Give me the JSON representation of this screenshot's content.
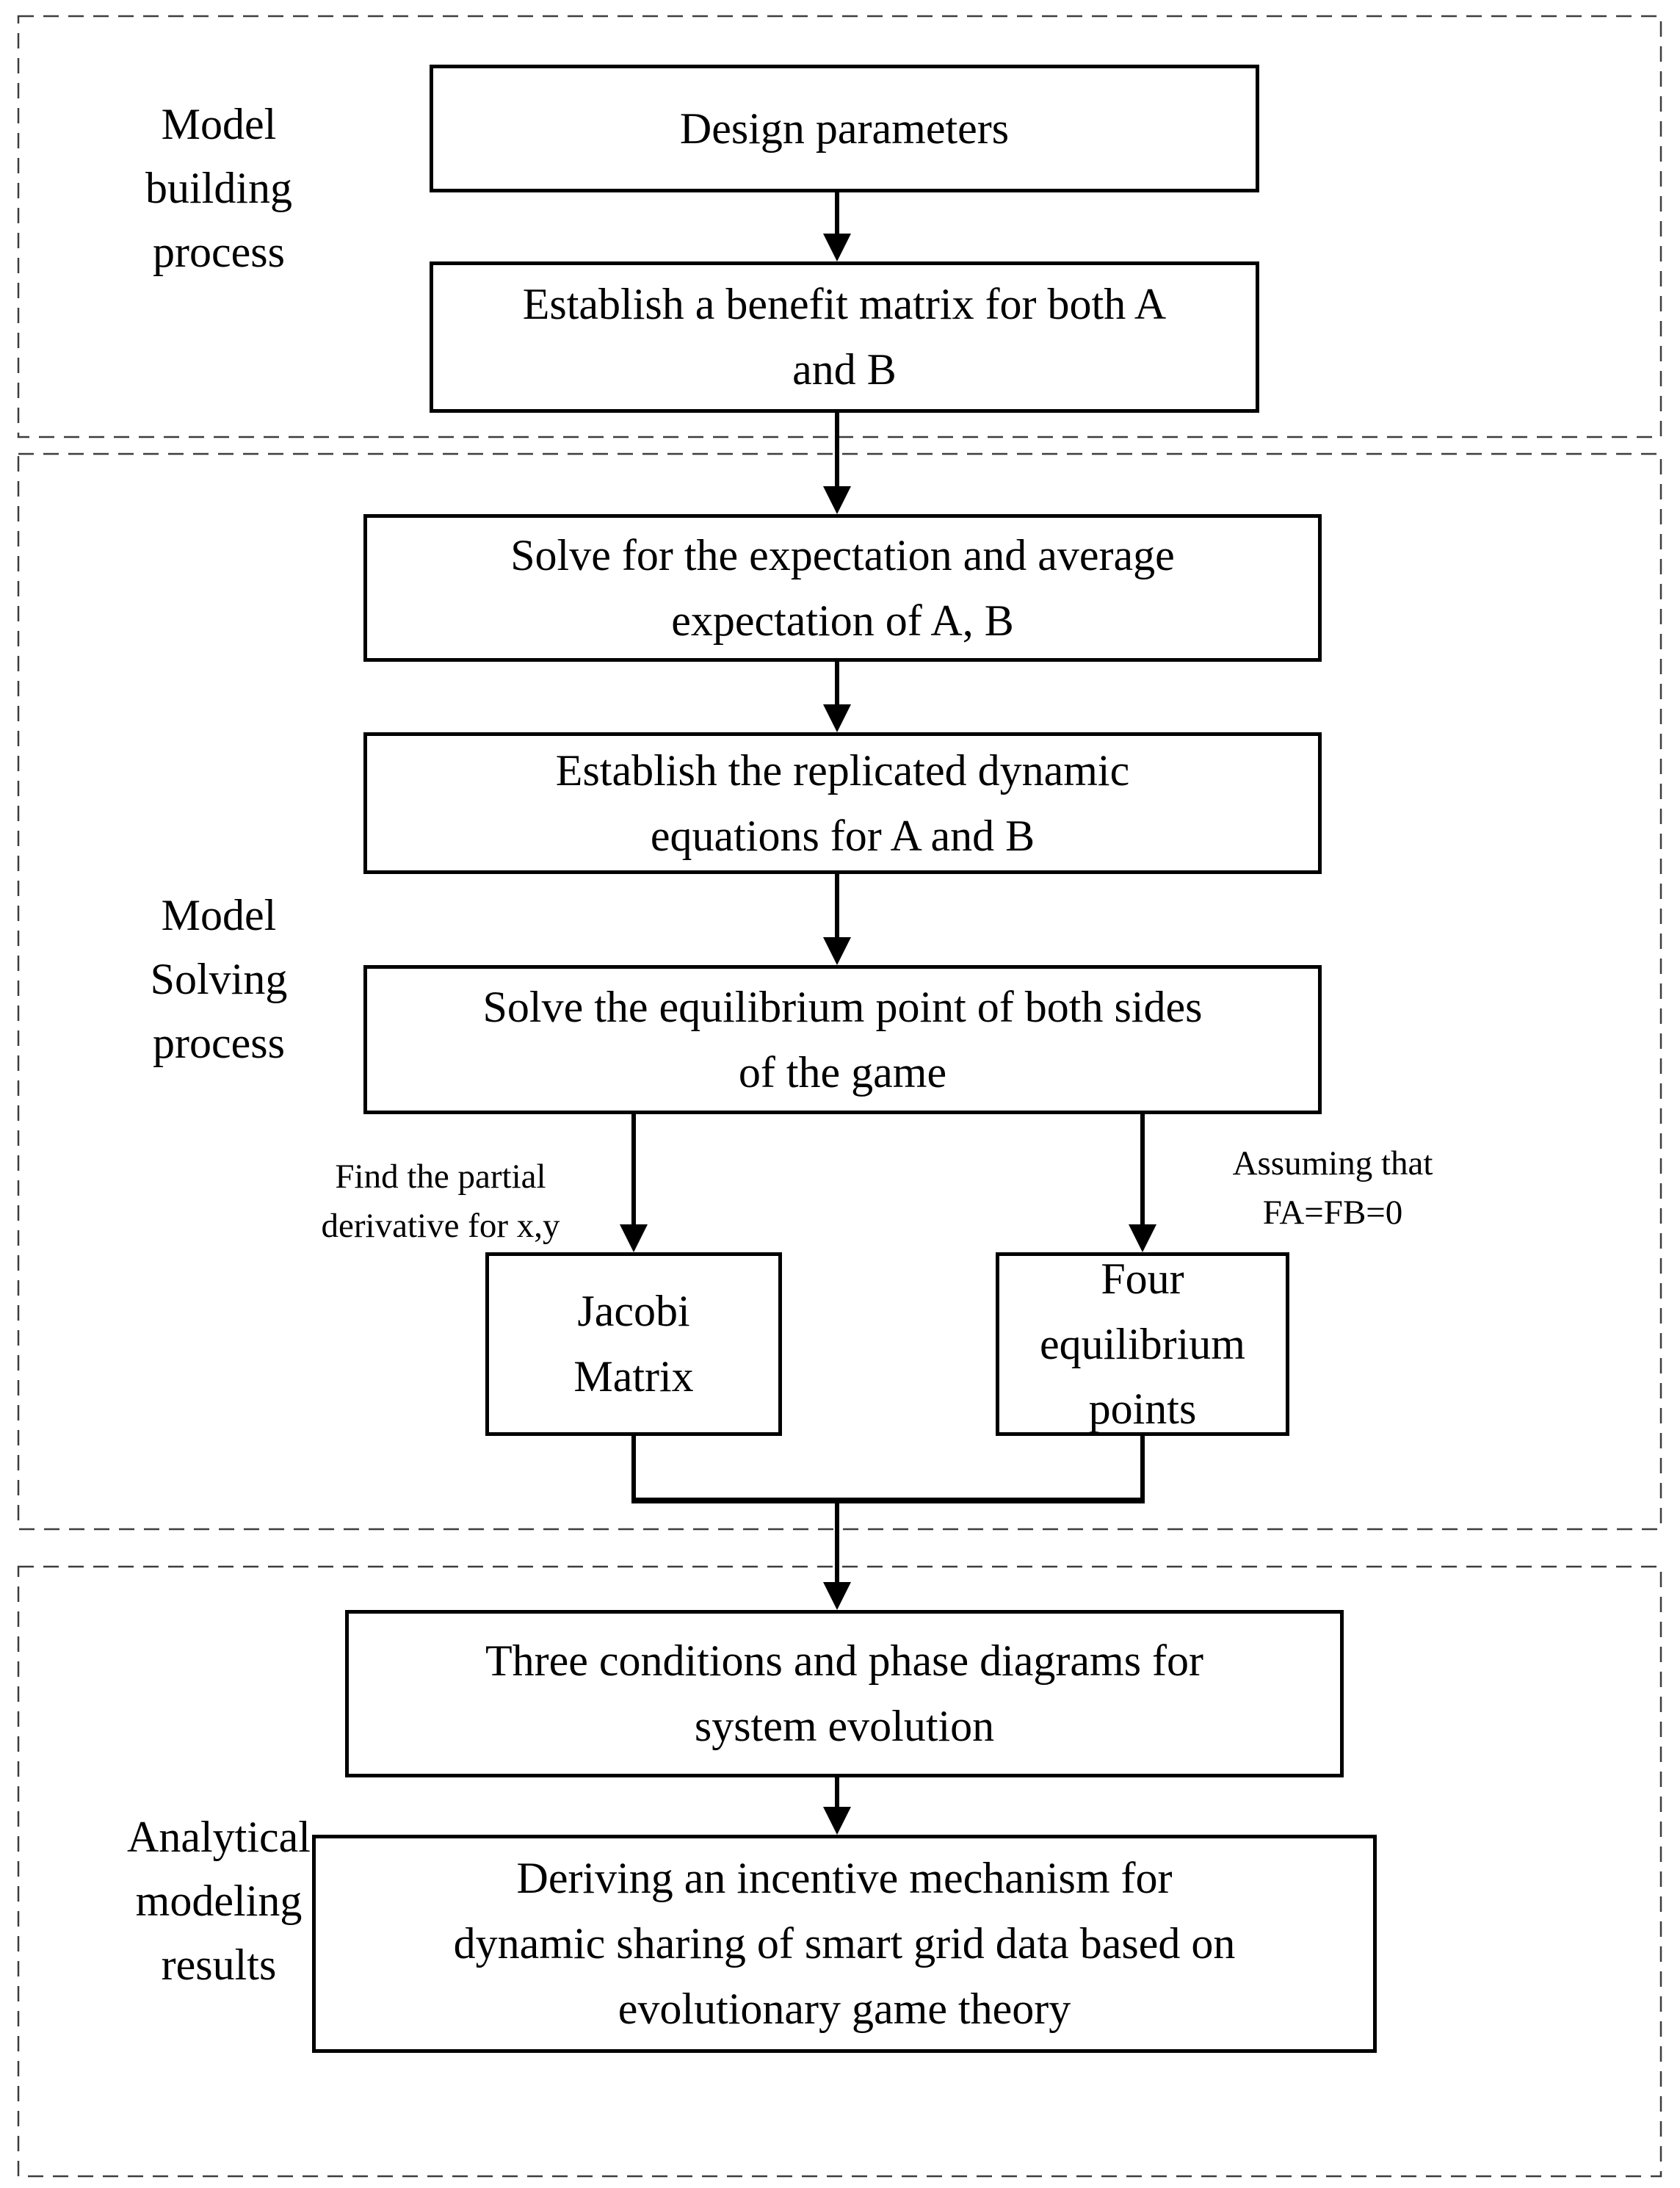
{
  "diagram": {
    "section_labels": {
      "building": "Model\nbuilding\nprocess",
      "solving": "Model\nSolving\nprocess",
      "analytical": "Analytical\nmodeling\nresults"
    },
    "boxes": {
      "design": "Design parameters",
      "benefit": "Establish a benefit matrix for both A\nand B",
      "expectation": "Solve for the expectation and average\nexpectation of A, B",
      "replicated": "Establish the replicated dynamic\nequations for A and B",
      "equilibrium": "Solve the equilibrium point of both sides\nof the game",
      "jacobi": "Jacobi\nMatrix",
      "four_points": "Four\nequilibrium\npoints",
      "three_conditions": "Three conditions and phase diagrams for\nsystem evolution",
      "deriving": "Deriving an incentive mechanism for\ndynamic sharing of smart grid data based on\nevolutionary game theory"
    },
    "annotations": {
      "partial_derivative": "Find the partial\nderivative for x,y",
      "assuming": "Assuming that\nFA=FB=0"
    },
    "colors": {
      "background": "#ffffff",
      "stroke": "#000000",
      "dashed_border": "#3d3d3d"
    }
  }
}
